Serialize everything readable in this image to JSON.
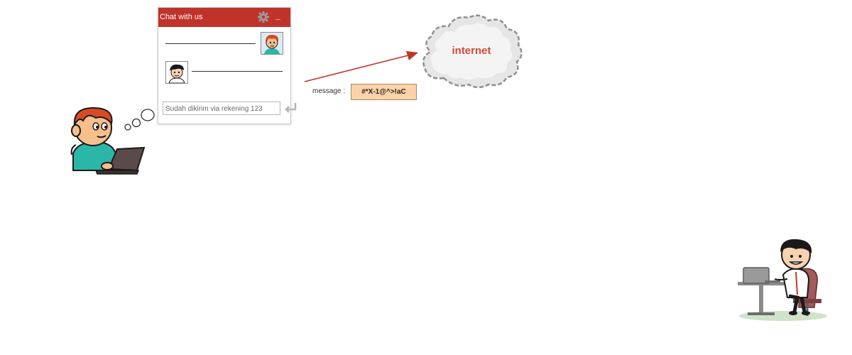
{
  "chat": {
    "title": "Chat with us",
    "minimize_label": "_",
    "input_value": "Sudah dikirim via rekening 123"
  },
  "transmission": {
    "label": "message :",
    "encrypted_value": "#*X-1@^>!aC"
  },
  "cloud": {
    "label": "internet"
  },
  "icons": [
    "gear-icon",
    "enter-icon",
    "thought-bubble-icon",
    "arrow-icon"
  ],
  "colors": {
    "header": "#c0332b",
    "arrow": "#c0332b",
    "cloud_text": "#d24a3a",
    "message_box": "#fbd3a8"
  }
}
